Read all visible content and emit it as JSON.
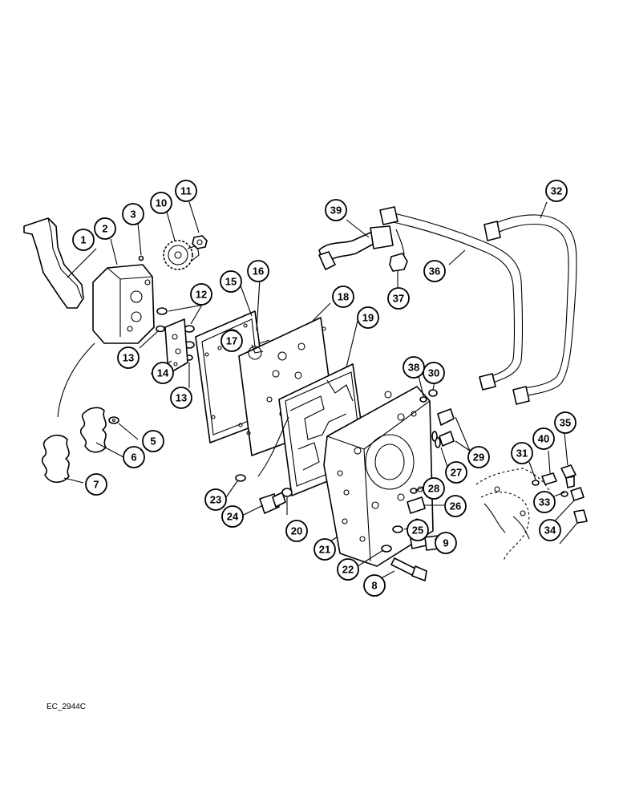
{
  "diagram": {
    "code": "EC_2944C",
    "callouts": [
      "1",
      "2",
      "3",
      "10",
      "11",
      "12",
      "13",
      "13",
      "14",
      "5",
      "6",
      "7",
      "15",
      "16",
      "17",
      "18",
      "19",
      "23",
      "24",
      "20",
      "21",
      "22",
      "8",
      "9",
      "25",
      "26",
      "28",
      "27",
      "29",
      "30",
      "38",
      "39",
      "37",
      "36",
      "32",
      "31",
      "40",
      "35",
      "33",
      "34"
    ]
  }
}
